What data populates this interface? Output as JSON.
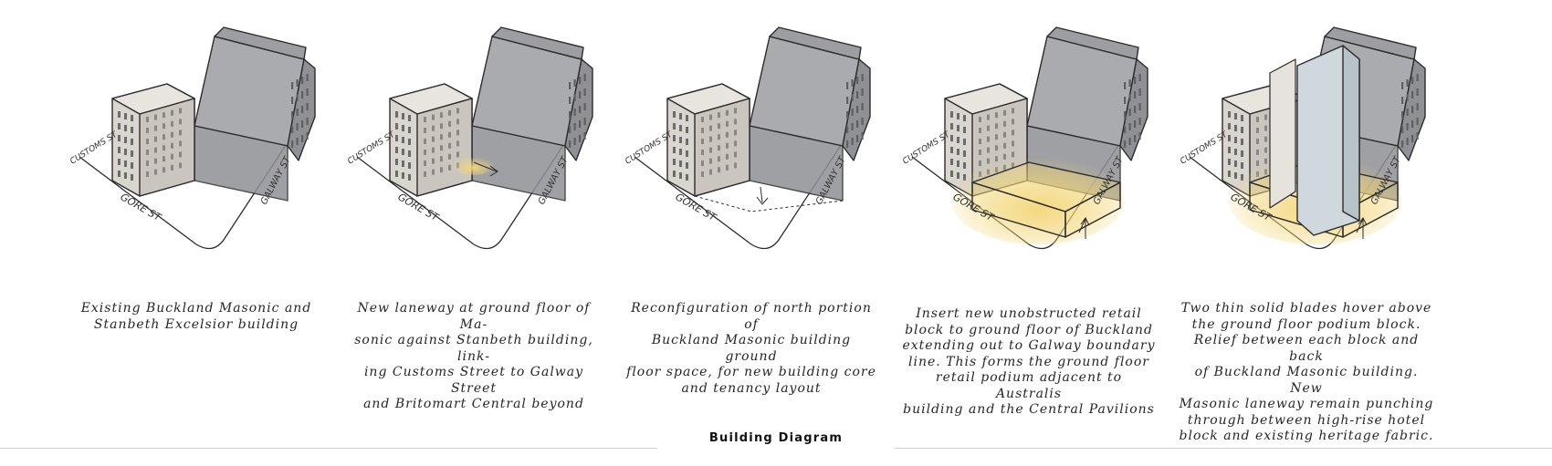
{
  "title": "Building Diagram",
  "street_labels": {
    "customs": "CUSTOMS ST",
    "gore": "GORE ST",
    "galway": "GALWAY ST"
  },
  "colors": {
    "shadow_side": "#8e9094",
    "roof": "#a9abae",
    "heritage_side": "#d9d5cf",
    "new_volume_glow": "#f3d77a",
    "blade": "#cfd8dd",
    "line": "#2b2b2b"
  },
  "panels": [
    {
      "caption_lines": [
        "Existing Buckland Masonic and",
        "Stanbeth Excelsior building"
      ]
    },
    {
      "caption_lines": [
        "New laneway at ground floor of Ma-",
        "sonic against Stanbeth building, link-",
        "ing Customs Street to Galway Street",
        "and Britomart Central beyond"
      ]
    },
    {
      "caption_lines": [
        "Reconfiguration of north portion of",
        "Buckland Masonic building ground",
        "floor space, for new building core",
        "and tenancy layout"
      ]
    },
    {
      "caption_lines": [
        "Insert new unobstructed retail",
        "block to ground floor of Buckland",
        "extending out to Galway boundary",
        "line. This forms the ground floor",
        "retail podium adjacent to Australis",
        "building and the Central Pavilions"
      ]
    },
    {
      "caption_lines": [
        "Two thin solid blades hover above",
        "the ground floor podium block.",
        "Relief between each block and back",
        "of Buckland Masonic building. New",
        "Masonic laneway remain punching",
        "through between high-rise hotel",
        "block and existing heritage fabric."
      ]
    }
  ]
}
